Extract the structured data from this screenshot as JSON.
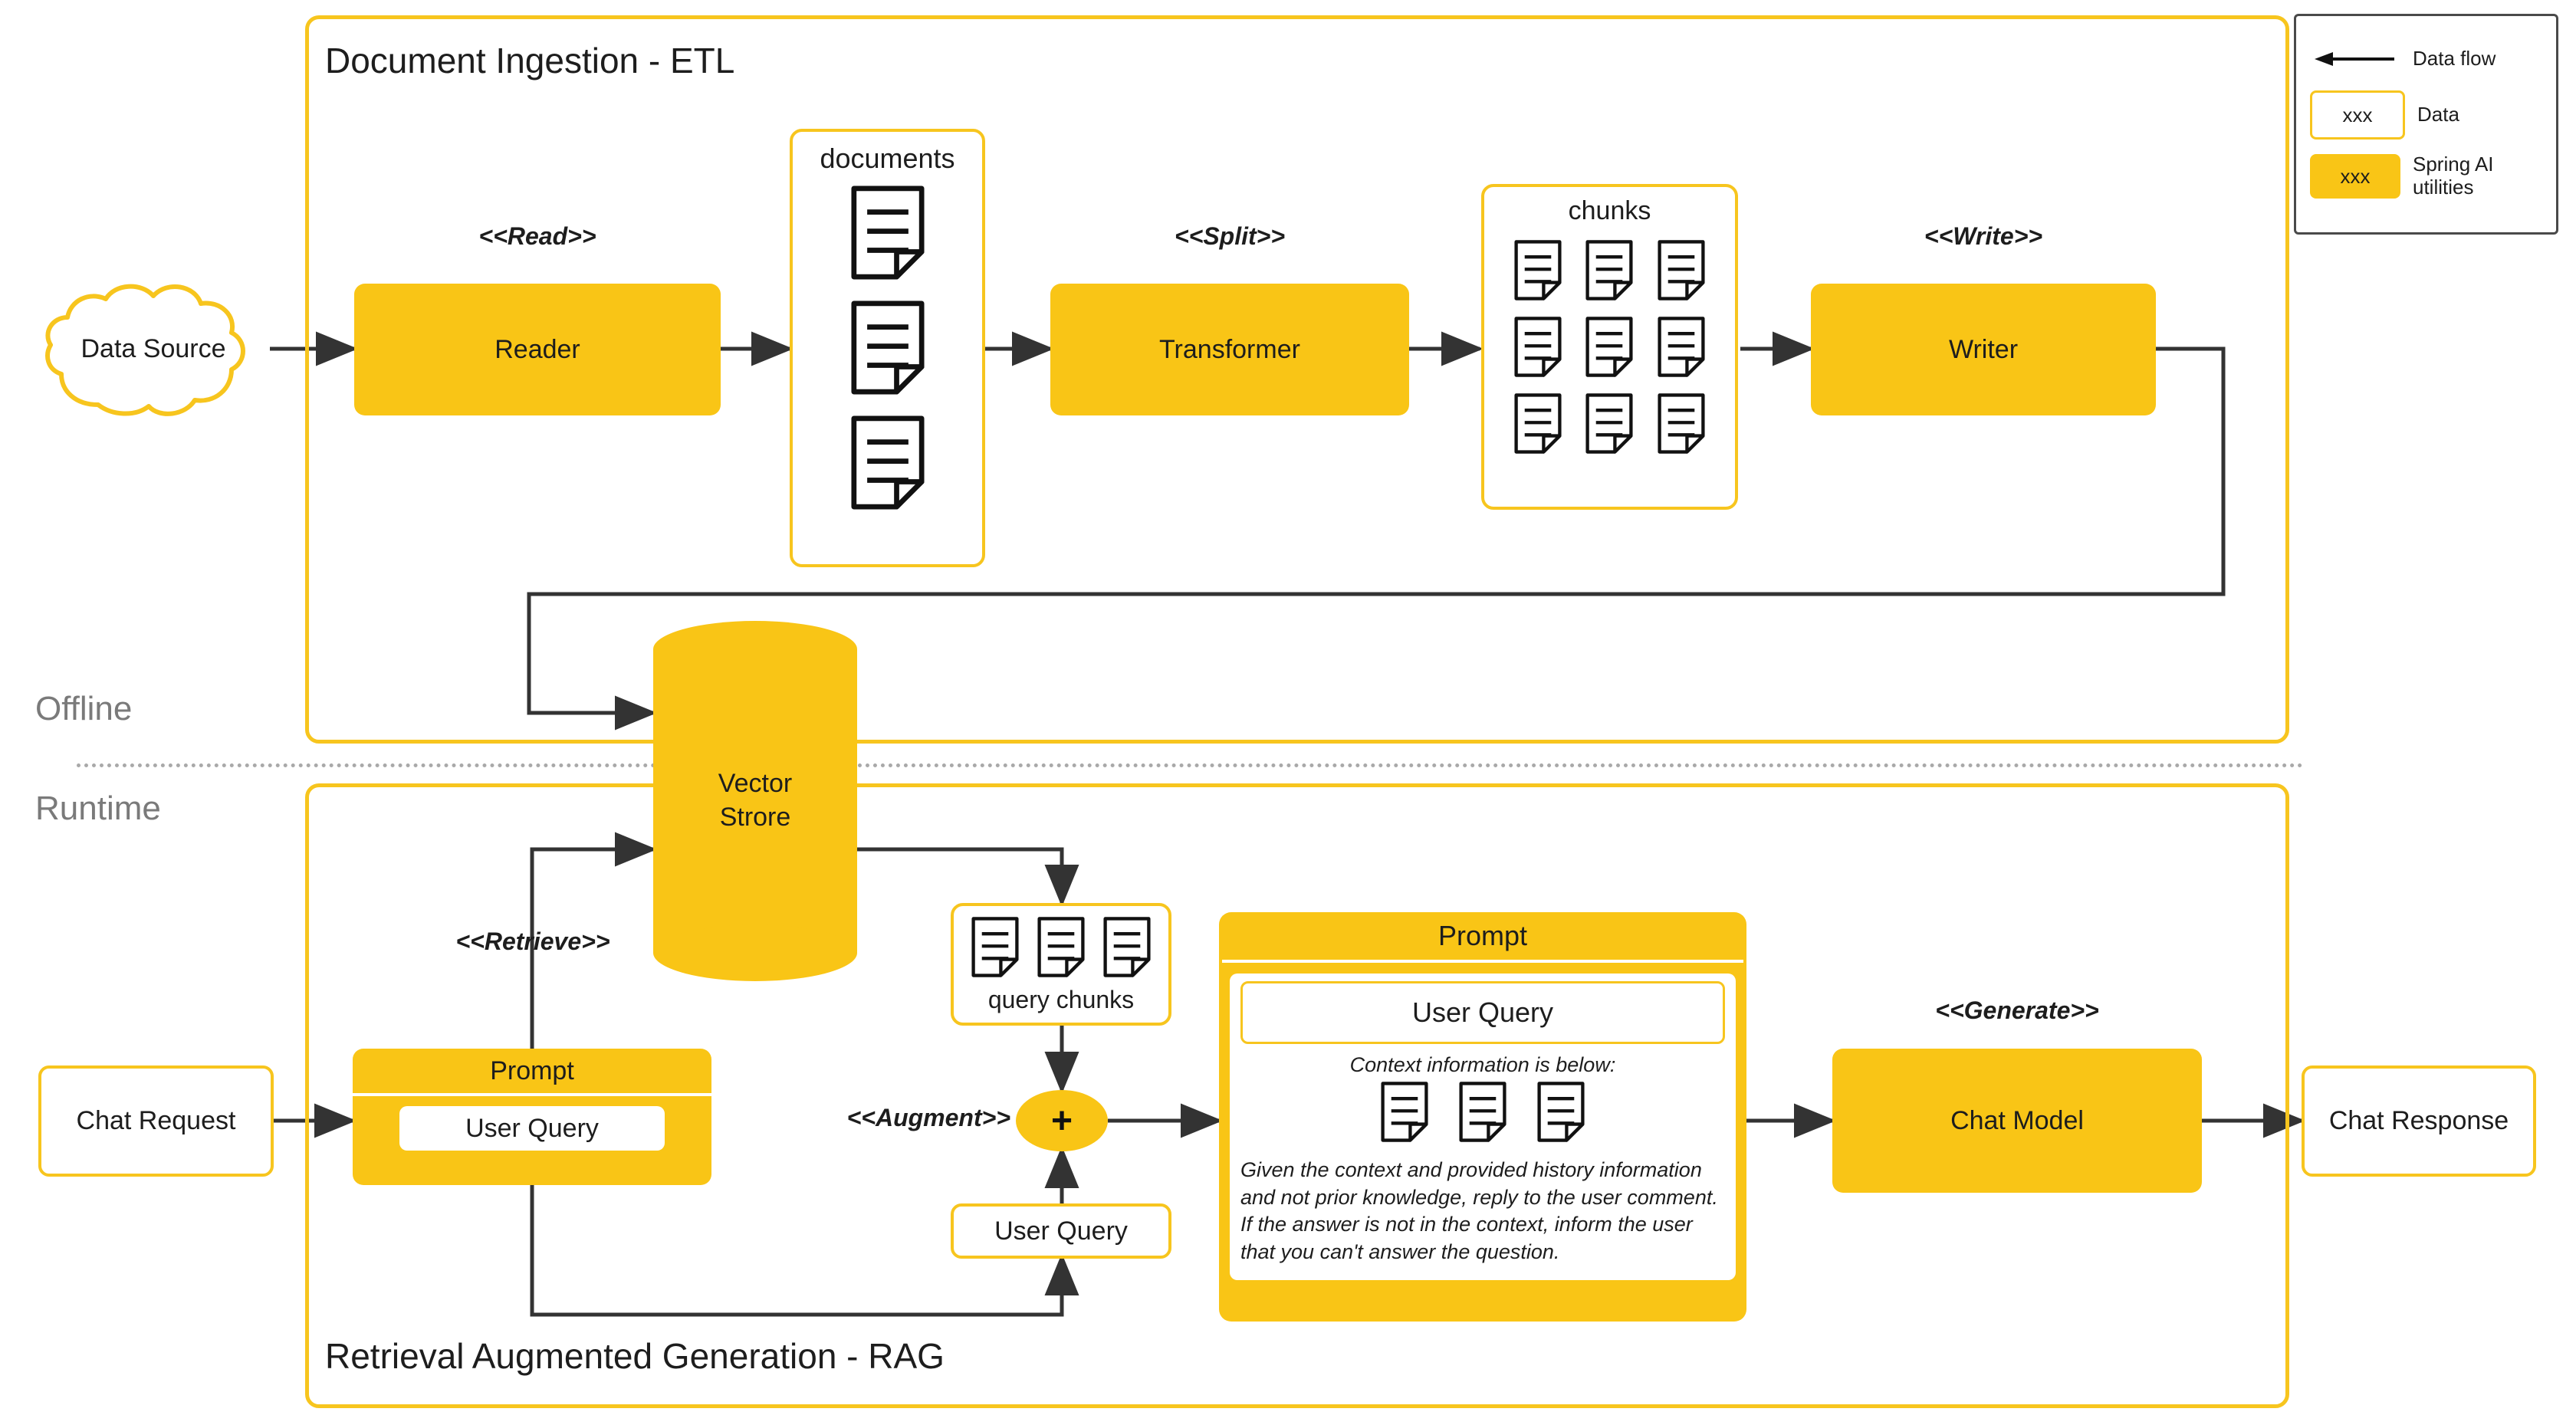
{
  "diagram": {
    "title": "Spring AI RAG architecture",
    "colors": {
      "accent": "#F9C516",
      "accent_border": "#F7C51E",
      "line": "#333333",
      "phase_label": "#7a7a7a"
    }
  },
  "phases": {
    "offline": "Offline",
    "runtime": "Runtime"
  },
  "etl": {
    "title": "Document Ingestion - ETL",
    "data_source": "Data Source",
    "stereotype_read": "<<Read>>",
    "reader": "Reader",
    "documents_caption": "documents",
    "documents_count": 3,
    "stereotype_split": "<<Split>>",
    "transformer": "Transformer",
    "chunks_caption": "chunks",
    "chunks_count": 9,
    "stereotype_write": "<<Write>>",
    "writer": "Writer"
  },
  "vector_store": {
    "line1": "Vector",
    "line2": "Strore"
  },
  "rag": {
    "title": "Retrieval Augmented Generation - RAG",
    "chat_request": "Chat Request",
    "stereotype_retrieve": "<<Retrieve>>",
    "prompt_small_header": "Prompt",
    "prompt_small_user_query": "User Query",
    "query_chunks_caption": "query chunks",
    "query_chunks_count": 3,
    "stereotype_augment": "<<Augment>>",
    "plus_symbol": "+",
    "user_query_box": "User Query",
    "prompt_header": "Prompt",
    "prompt_user_query": "User Query",
    "prompt_context_label": "Context information is below:",
    "prompt_context_icons": 3,
    "prompt_instruction": "Given the context and provided history information and not prior knowledge, reply to the user comment. If the answer is not in the context, inform the user that you can't answer the question.",
    "stereotype_generate": "<<Generate>>",
    "chat_model": "Chat Model",
    "chat_response": "Chat Response"
  },
  "legend": {
    "rows": [
      {
        "icon": "arrow-left-icon",
        "swatch": "",
        "label": "Data flow"
      },
      {
        "icon": "data-box-icon",
        "swatch": "xxx",
        "label": "Data"
      },
      {
        "icon": "utility-box-icon",
        "swatch": "xxx",
        "label": "Spring AI\nutilities"
      }
    ]
  }
}
